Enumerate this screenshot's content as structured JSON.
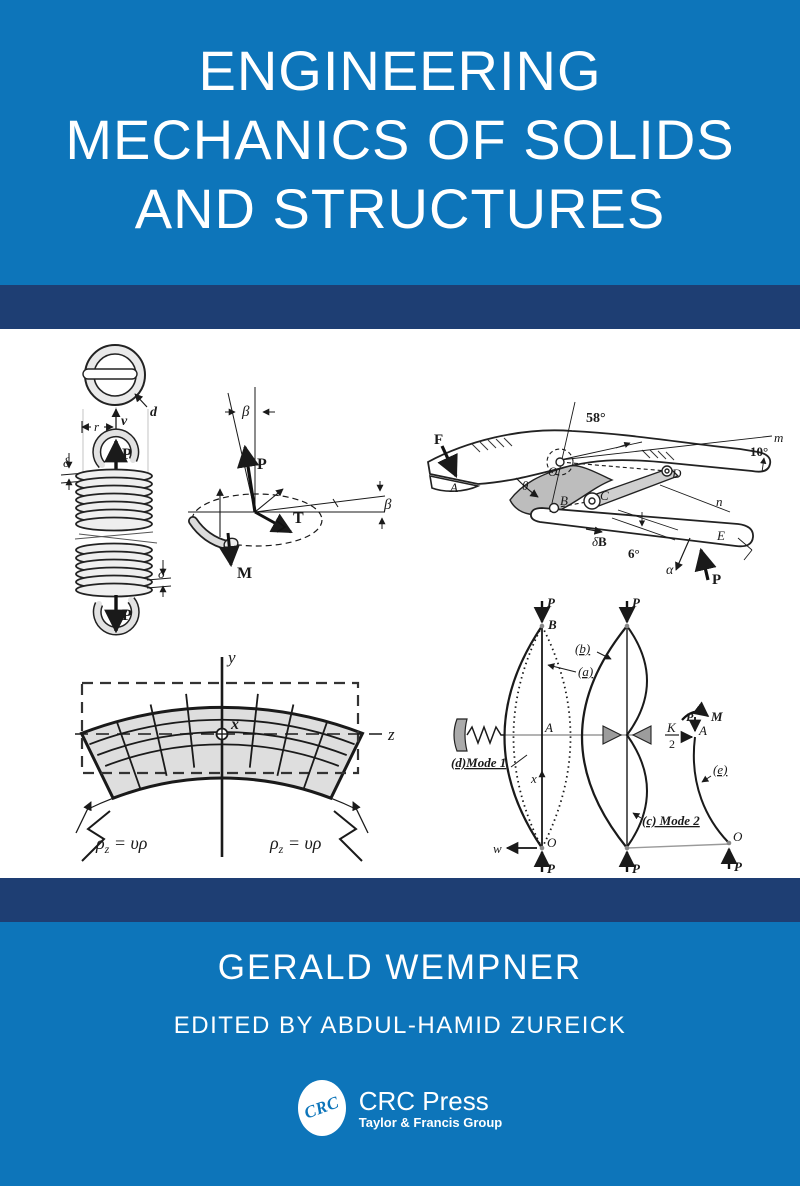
{
  "title": {
    "lines": [
      "ENGINEERING",
      "MECHANICS OF SOLIDS",
      "AND STRUCTURES"
    ]
  },
  "credits": {
    "author": "GERALD WEMPNER",
    "edited_by": "EDITED BY ABDUL-HAMID ZUREICK"
  },
  "publisher": {
    "monogram": "CRC",
    "name": "CRC Press",
    "group": "Taylor & Francis Group"
  },
  "colors": {
    "band_blue": "#0d75ba",
    "navy": "#1e3e73",
    "white": "#ffffff"
  },
  "figures": {
    "spring": {
      "labels": {
        "wire_diameter": "d",
        "deflection_v": "v",
        "radius_r": "r",
        "load_top": "P",
        "load_bottom": "P",
        "delta_left": "δ",
        "delta_right": "δ"
      }
    },
    "vectors": {
      "labels": {
        "beta_top": "β",
        "beta_right": "β",
        "force_p": "P",
        "torque_t": "T",
        "moment_m": "M"
      }
    },
    "pliers": {
      "labels": {
        "force_f": "F",
        "point_a": "A",
        "angle_58": "58°",
        "point_o": "O",
        "theta": "θ",
        "point_b": "B",
        "point_c": "C",
        "point_d": "D",
        "axis_m": "m",
        "angle_10": "10°",
        "axis_n": "n",
        "point_e": "E",
        "delta": "δ",
        "delta_sub": "B",
        "angle_6": "6°",
        "alpha": "α",
        "force_p": "P"
      }
    },
    "shell": {
      "labels": {
        "axis_y": "y",
        "axis_x": "x",
        "axis_z": "z",
        "rho": "ρ",
        "rho_sub": "z",
        "rho_eq": " = υρ"
      }
    },
    "buckling": {
      "labels": {
        "load_p": "P",
        "point_b": "B",
        "point_a": "A",
        "point_o": "O",
        "curve_a": "(a)",
        "curve_b": "(b)",
        "mode_1": "(d)Mode 1",
        "mode_2": "(c) Mode 2",
        "curve_e": "(e)",
        "coord_x": "x",
        "deflection_w": "w",
        "stiffness_k": "K",
        "two": "2",
        "moment_m": "M"
      }
    }
  }
}
